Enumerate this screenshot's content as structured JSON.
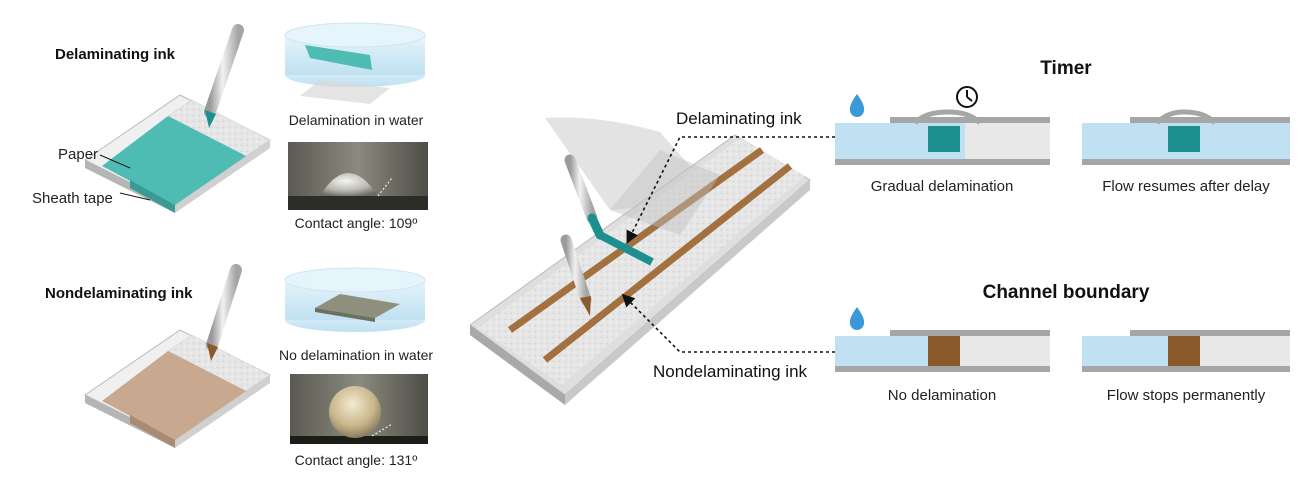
{
  "left_panel": {
    "delaminating": {
      "title": "Delaminating ink",
      "paper_label": "Paper",
      "tape_label": "Sheath tape",
      "water_caption": "Delamination in water",
      "angle_caption": "Contact angle: 109º"
    },
    "nondelaminating": {
      "title": "Nondelaminating ink",
      "water_caption": "No delamination in water",
      "angle_caption": "Contact angle: 131º"
    }
  },
  "center_panel": {
    "top_label": "Delaminating ink",
    "bottom_label": "Nondelaminating ink"
  },
  "right_panel": {
    "timer": {
      "title": "Timer",
      "left_caption": "Gradual delamination",
      "right_caption": "Flow resumes after delay"
    },
    "boundary": {
      "title": "Channel boundary",
      "left_caption": "No delamination",
      "right_caption": "Flow stops permanently"
    }
  },
  "colors": {
    "teal_ink": "#1e8f8f",
    "teal_paper": "#4fbcb4",
    "brown_ink": "#8a5a2b",
    "brown_paper": "#c8a98f",
    "water": "#bfe1f2",
    "water_drop": "#3a9ad9"
  }
}
